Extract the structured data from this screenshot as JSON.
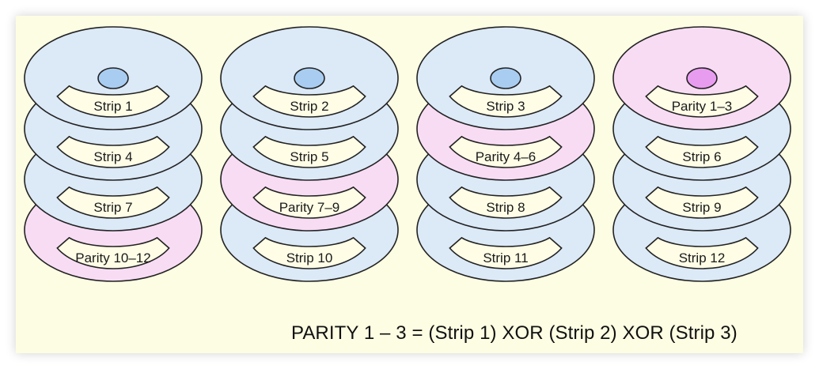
{
  "colors": {
    "data_disk": "#dce9f7",
    "parity_disk": "#f8dcf4",
    "data_hub": "#a9cdf0",
    "parity_hub": "#e89cf0",
    "label_band": "#fffde6",
    "background": "#fdfde3"
  },
  "columns": [
    {
      "id": "col-1",
      "hub_kind": "data",
      "platters": [
        {
          "label": "Strip 1",
          "kind": "data"
        },
        {
          "label": "Strip 4",
          "kind": "data"
        },
        {
          "label": "Strip 7",
          "kind": "data"
        },
        {
          "label": "Parity 10–12",
          "kind": "parity"
        }
      ]
    },
    {
      "id": "col-2",
      "hub_kind": "data",
      "platters": [
        {
          "label": "Strip 2",
          "kind": "data"
        },
        {
          "label": "Strip 5",
          "kind": "data"
        },
        {
          "label": "Parity 7–9",
          "kind": "parity"
        },
        {
          "label": "Strip 10",
          "kind": "data"
        }
      ]
    },
    {
      "id": "col-3",
      "hub_kind": "data",
      "platters": [
        {
          "label": "Strip 3",
          "kind": "data"
        },
        {
          "label": "Parity 4–6",
          "kind": "parity"
        },
        {
          "label": "Strip 8",
          "kind": "data"
        },
        {
          "label": "Strip 11",
          "kind": "data"
        }
      ]
    },
    {
      "id": "col-4",
      "hub_kind": "parity",
      "platters": [
        {
          "label": "Parity 1–3",
          "kind": "parity"
        },
        {
          "label": "Strip 6",
          "kind": "data"
        },
        {
          "label": "Strip 9",
          "kind": "data"
        },
        {
          "label": "Strip 12",
          "kind": "data"
        }
      ]
    }
  ],
  "caption": "PARITY 1 – 3 = (Strip 1) XOR (Strip 2) XOR (Strip 3)"
}
